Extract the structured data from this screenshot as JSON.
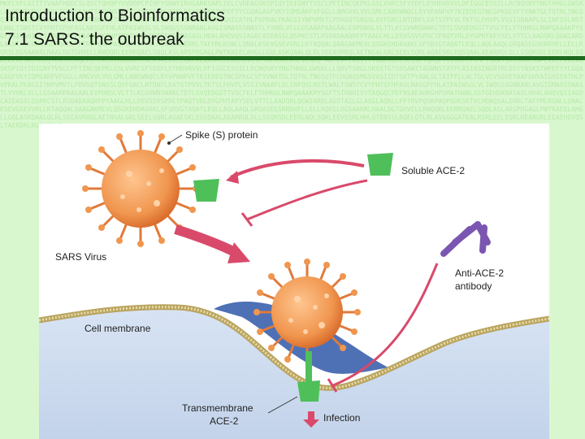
{
  "slide": {
    "title_line1": "Introduction to Bioinformatics",
    "title_line2": "7.1 SARS: the outbreak"
  },
  "figure": {
    "labels": {
      "spike": "Spike (S) protein",
      "soluble": "Soluble ACE-2",
      "virus": "SARS Virus",
      "antibody_line1": "Anti-ACE-2",
      "antibody_line2": "antibody",
      "membrane": "Cell membrane",
      "transmembrane_line1": "Transmembrane",
      "transmembrane_line2": "ACE-2",
      "infection": "Infection"
    },
    "colors": {
      "virus": "#f0964f",
      "virus_dark": "#d86a2a",
      "receptor": "#4fbf5a",
      "arrow": "#d94a6a",
      "antibody": "#7b56b0",
      "cell": "#cfdcf0",
      "cell_dark": "#2f57a8",
      "membrane": "#c8b777"
    }
  }
}
